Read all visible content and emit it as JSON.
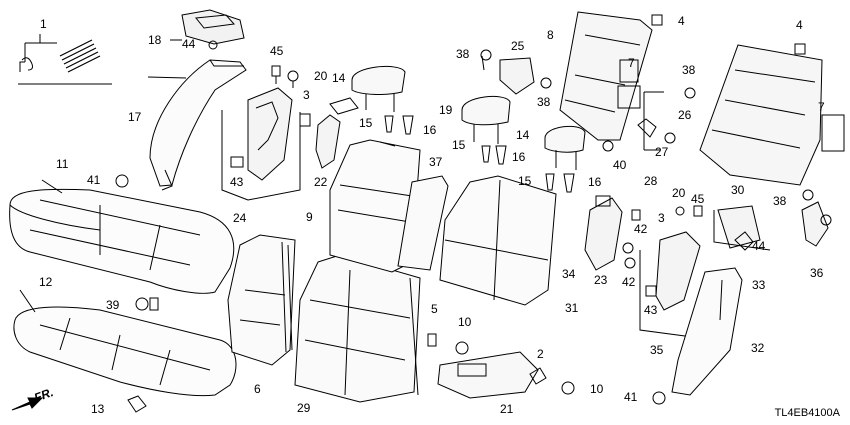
{
  "diagram_code": "TL4EB4100A",
  "direction_marker": "FR.",
  "labels": [
    "1",
    "18",
    "44",
    "45",
    "20",
    "17",
    "3",
    "11",
    "41",
    "43",
    "24",
    "22",
    "14",
    "15",
    "16",
    "9",
    "38",
    "25",
    "8",
    "4",
    "7",
    "38",
    "19",
    "14",
    "15",
    "16",
    "37",
    "15",
    "16",
    "31",
    "34",
    "23",
    "3",
    "42",
    "42",
    "43",
    "40",
    "26",
    "27",
    "28",
    "30",
    "4",
    "7",
    "38",
    "38",
    "36",
    "33",
    "44",
    "20",
    "45",
    "12",
    "39",
    "13",
    "6",
    "29",
    "5",
    "10",
    "2",
    "10",
    "21",
    "35",
    "32",
    "41"
  ]
}
